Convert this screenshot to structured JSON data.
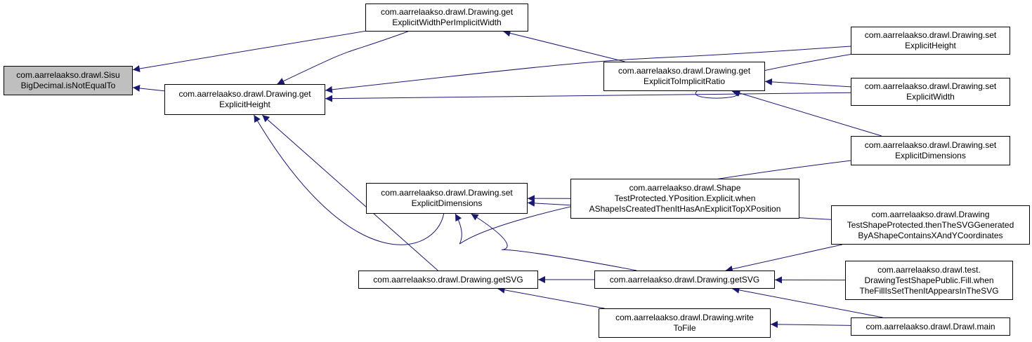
{
  "colors": {
    "edge": "#191970",
    "focus_fill": "#bfbfbf",
    "node_fill": "#ffffff",
    "border": "#000000"
  },
  "nodes": [
    {
      "id": "n0",
      "lines": [
        "com.aarrelaakso.drawl.Sisu",
        "BigDecimal.isNotEqualTo"
      ],
      "focus": true
    },
    {
      "id": "n1",
      "lines": [
        "com.aarrelaakso.drawl.Drawing.get",
        "ExplicitHeight"
      ]
    },
    {
      "id": "n2",
      "lines": [
        "com.aarrelaakso.drawl.Drawing.get",
        "ExplicitWidthPerImplicitWidth"
      ]
    },
    {
      "id": "n3",
      "lines": [
        "com.aarrelaakso.drawl.Drawing.get",
        "ExplicitToImplicitRatio"
      ]
    },
    {
      "id": "n4",
      "lines": [
        "com.aarrelaakso.drawl.Drawing.set",
        "ExplicitHeight"
      ]
    },
    {
      "id": "n5",
      "lines": [
        "com.aarrelaakso.drawl.Drawing.set",
        "ExplicitWidth"
      ]
    },
    {
      "id": "n6",
      "lines": [
        "com.aarrelaakso.drawl.Drawing.set",
        "ExplicitDimensions"
      ]
    },
    {
      "id": "n7",
      "lines": [
        "com.aarrelaakso.drawl.Drawing.set",
        "ExplicitDimensions"
      ]
    },
    {
      "id": "n8",
      "lines": [
        "com.aarrelaakso.drawl.Shape",
        "TestProtected.YPosition.Explicit.when",
        "AShapeIsCreatedThenItHasAnExplicitTopXPosition"
      ]
    },
    {
      "id": "n9",
      "lines": [
        "com.aarrelaakso.drawl.Drawing",
        "TestShapeProtected.thenTheSVGGenerated",
        "ByAShapeContainsXAndYCoordinates"
      ]
    },
    {
      "id": "n10",
      "lines": [
        "com.aarrelaakso.drawl.Drawing.getSVG"
      ]
    },
    {
      "id": "n11",
      "lines": [
        "com.aarrelaakso.drawl.Drawing.getSVG"
      ]
    },
    {
      "id": "n12",
      "lines": [
        "com.aarrelaakso.drawl.test.",
        "DrawingTestShapePublic.Fill.when",
        "TheFillIsSetThenItAppearsInTheSVG"
      ]
    },
    {
      "id": "n13",
      "lines": [
        "com.aarrelaakso.drawl.Drawing.write",
        "ToFile"
      ]
    },
    {
      "id": "n14",
      "lines": [
        "com.aarrelaakso.drawl.Drawl.main"
      ]
    }
  ],
  "edges": [
    {
      "from": "n1",
      "to": "n0"
    },
    {
      "from": "n2",
      "to": "n0"
    },
    {
      "from": "n2",
      "to": "n1"
    },
    {
      "from": "n3",
      "to": "n2"
    },
    {
      "from": "n4",
      "to": "n1"
    },
    {
      "from": "n4",
      "to": "n3"
    },
    {
      "from": "n5",
      "to": "n1"
    },
    {
      "from": "n5",
      "to": "n3"
    },
    {
      "from": "n6",
      "to": "n3"
    },
    {
      "from": "n7",
      "to": "n1"
    },
    {
      "from": "n6",
      "to": "n7"
    },
    {
      "from": "n8",
      "to": "n7"
    },
    {
      "from": "n9",
      "to": "n7"
    },
    {
      "from": "n11",
      "to": "n7"
    },
    {
      "from": "n10",
      "to": "n1"
    },
    {
      "from": "n11",
      "to": "n10"
    },
    {
      "from": "n13",
      "to": "n10"
    },
    {
      "from": "n9",
      "to": "n11"
    },
    {
      "from": "n12",
      "to": "n11"
    },
    {
      "from": "n14",
      "to": "n11"
    },
    {
      "from": "n14",
      "to": "n13"
    }
  ]
}
